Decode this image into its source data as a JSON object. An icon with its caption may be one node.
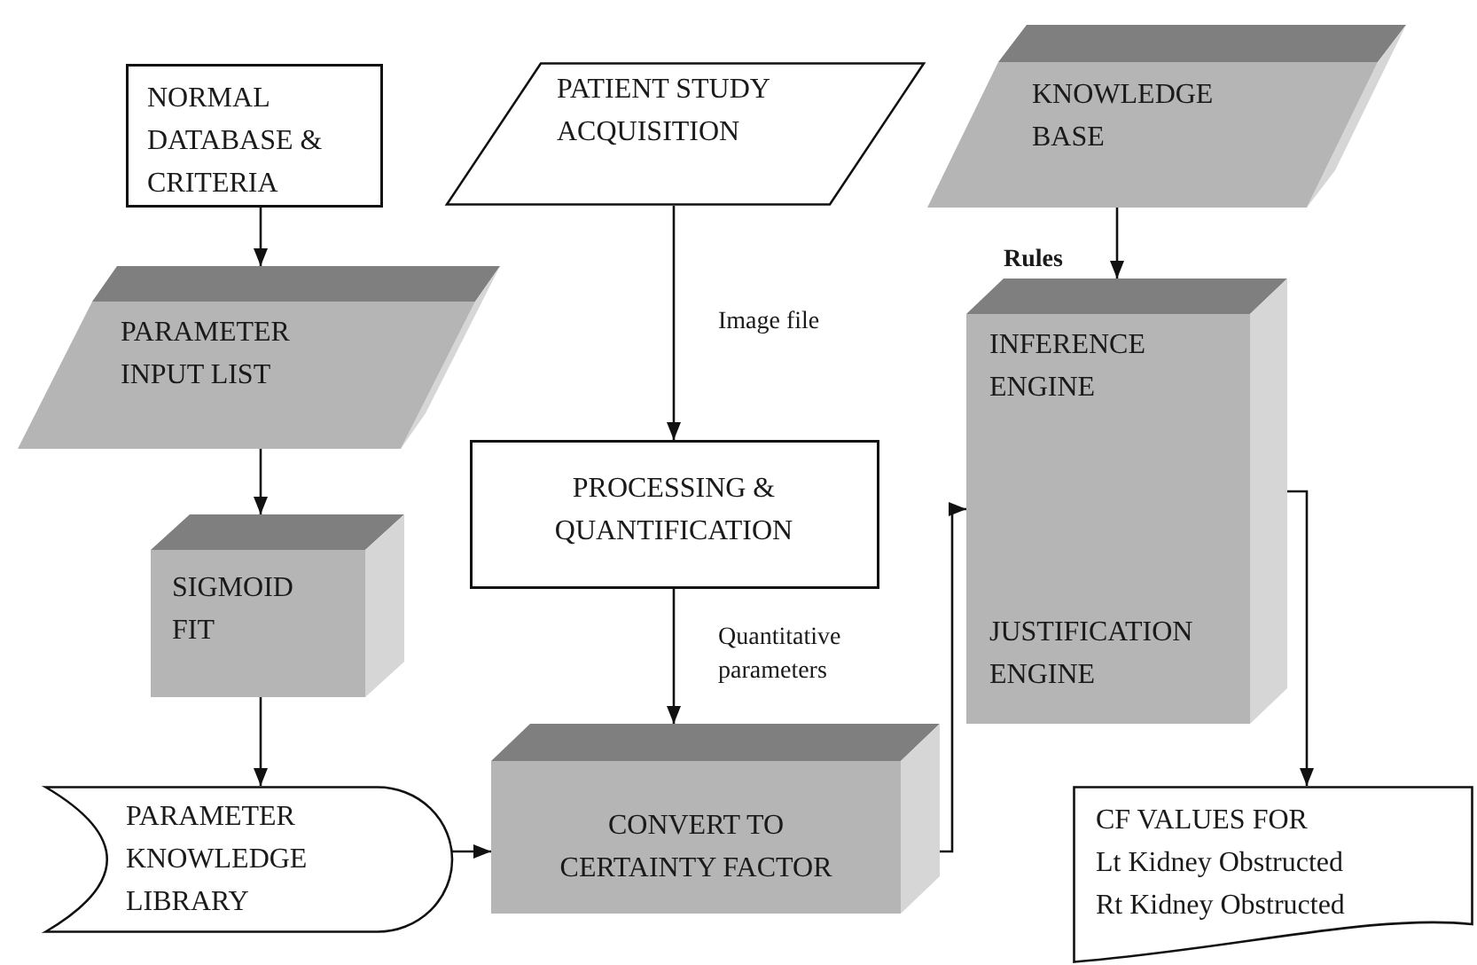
{
  "diagram": {
    "nodes": [
      {
        "text": [
          "NORMAL DATABASE & CRITERIA"
        ]
      },
      {
        "text": [
          "PATIENT STUDY ACQUISITION"
        ]
      },
      {
        "text": [
          "KNOWLEDGE BASE"
        ]
      },
      {
        "text": [
          "PARAMETER INPUT LIST"
        ]
      },
      {
        "text": [
          "INFERENCE ENGINE",
          "JUSTIFICATION ENGINE"
        ]
      },
      {
        "text": [
          "PROCESSING & QUANTIFICATION"
        ]
      },
      {
        "text": [
          "SIGMOID FIT"
        ]
      },
      {
        "text": [
          "PARAMETER KNOWLEDGE LIBRARY"
        ]
      },
      {
        "text": [
          "CONVERT TO CERTAINTY FACTOR"
        ]
      },
      {
        "text": [
          "CF VALUES FOR",
          "Lt Kidney Obstructed",
          "Rt Kidney Obstructed"
        ]
      }
    ],
    "edges": [
      {
        "from": 0,
        "to": 3,
        "arrow": "to"
      },
      {
        "from": 1,
        "to": 5,
        "arrow": "to",
        "label": "Image file"
      },
      {
        "from": 2,
        "to": 4,
        "arrow": "to",
        "label": "Rules"
      },
      {
        "from": 3,
        "to": 6,
        "arrow": "to"
      },
      {
        "from": 6,
        "to": 7,
        "arrow": "to"
      },
      {
        "from": 5,
        "to": 8,
        "arrow": "to",
        "label": "Quantitative parameters"
      },
      {
        "from": 7,
        "to": 8,
        "arrow": "to"
      },
      {
        "from": 8,
        "to": 4,
        "arrow": "to"
      },
      {
        "from": 4,
        "to": 9,
        "arrow": "to"
      }
    ]
  }
}
